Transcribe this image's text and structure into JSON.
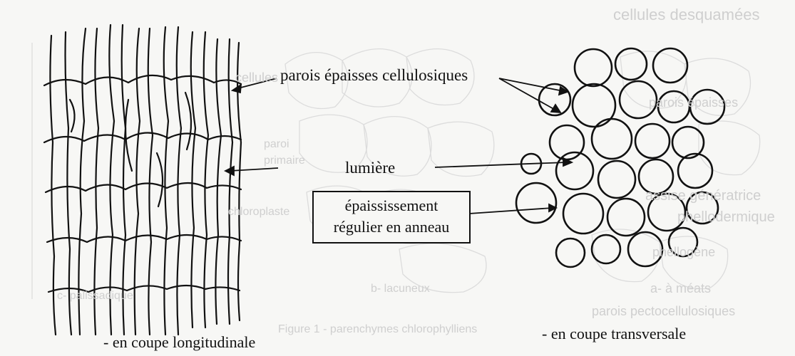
{
  "labels": {
    "walls": "parois épaisses cellulosiques",
    "lumen": "lumière",
    "thickening_line1": "épaississement",
    "thickening_line2": "régulier en anneau",
    "longitudinal": "- en coupe longitudinale",
    "transverse": "- en coupe transversale"
  },
  "background_text": {
    "t1": "cellules desquamées",
    "t2": "cellules",
    "t3": "paroi",
    "t4": "primaire",
    "t5": "chloroplaste",
    "t6": "parois épaisses",
    "t7": "assise génératrice",
    "t8": "phellodermique",
    "t9": "a- à méats",
    "t10": "b- lacuneux",
    "t11": "c- palissadique",
    "t12": "parois pectocellulosiques",
    "t13": "Figure 1 - parenchymes chlorophylliens",
    "t14": "phellogène"
  },
  "colors": {
    "ink": "#111111",
    "paper": "#f7f7f5",
    "ghost": "#cfcfcf"
  }
}
